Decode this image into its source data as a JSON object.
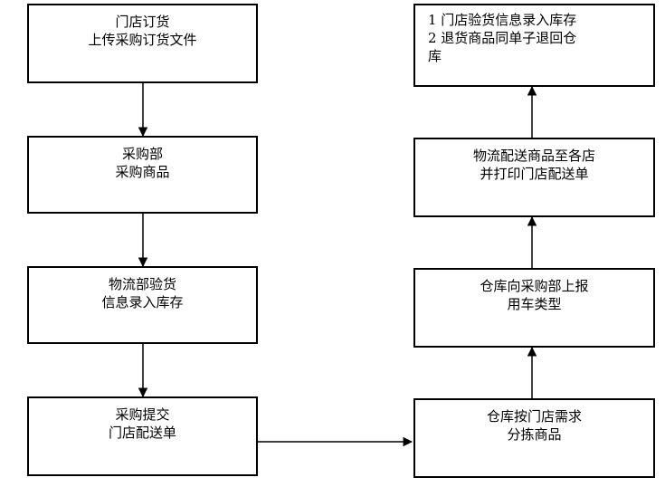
{
  "flow": {
    "left": [
      {
        "lines": [
          "门店订货",
          "上传采购订货文件"
        ]
      },
      {
        "lines": [
          "采购部",
          "采购商品"
        ]
      },
      {
        "lines": [
          "物流部验货",
          "信息录入库存"
        ]
      },
      {
        "lines": [
          "采购提交",
          "门店配送单"
        ]
      }
    ],
    "right": [
      {
        "lines": [
          "1 门店验货信息录入库存",
          "2 退货商品同单子退回仓",
          "库"
        ]
      },
      {
        "lines": [
          "物流配送商品至各店",
          "并打印门店配送单"
        ]
      },
      {
        "lines": [
          "仓库向采购部上报",
          "用车类型"
        ]
      },
      {
        "lines": [
          "仓库按门店需求",
          "分拣商品"
        ]
      }
    ]
  }
}
